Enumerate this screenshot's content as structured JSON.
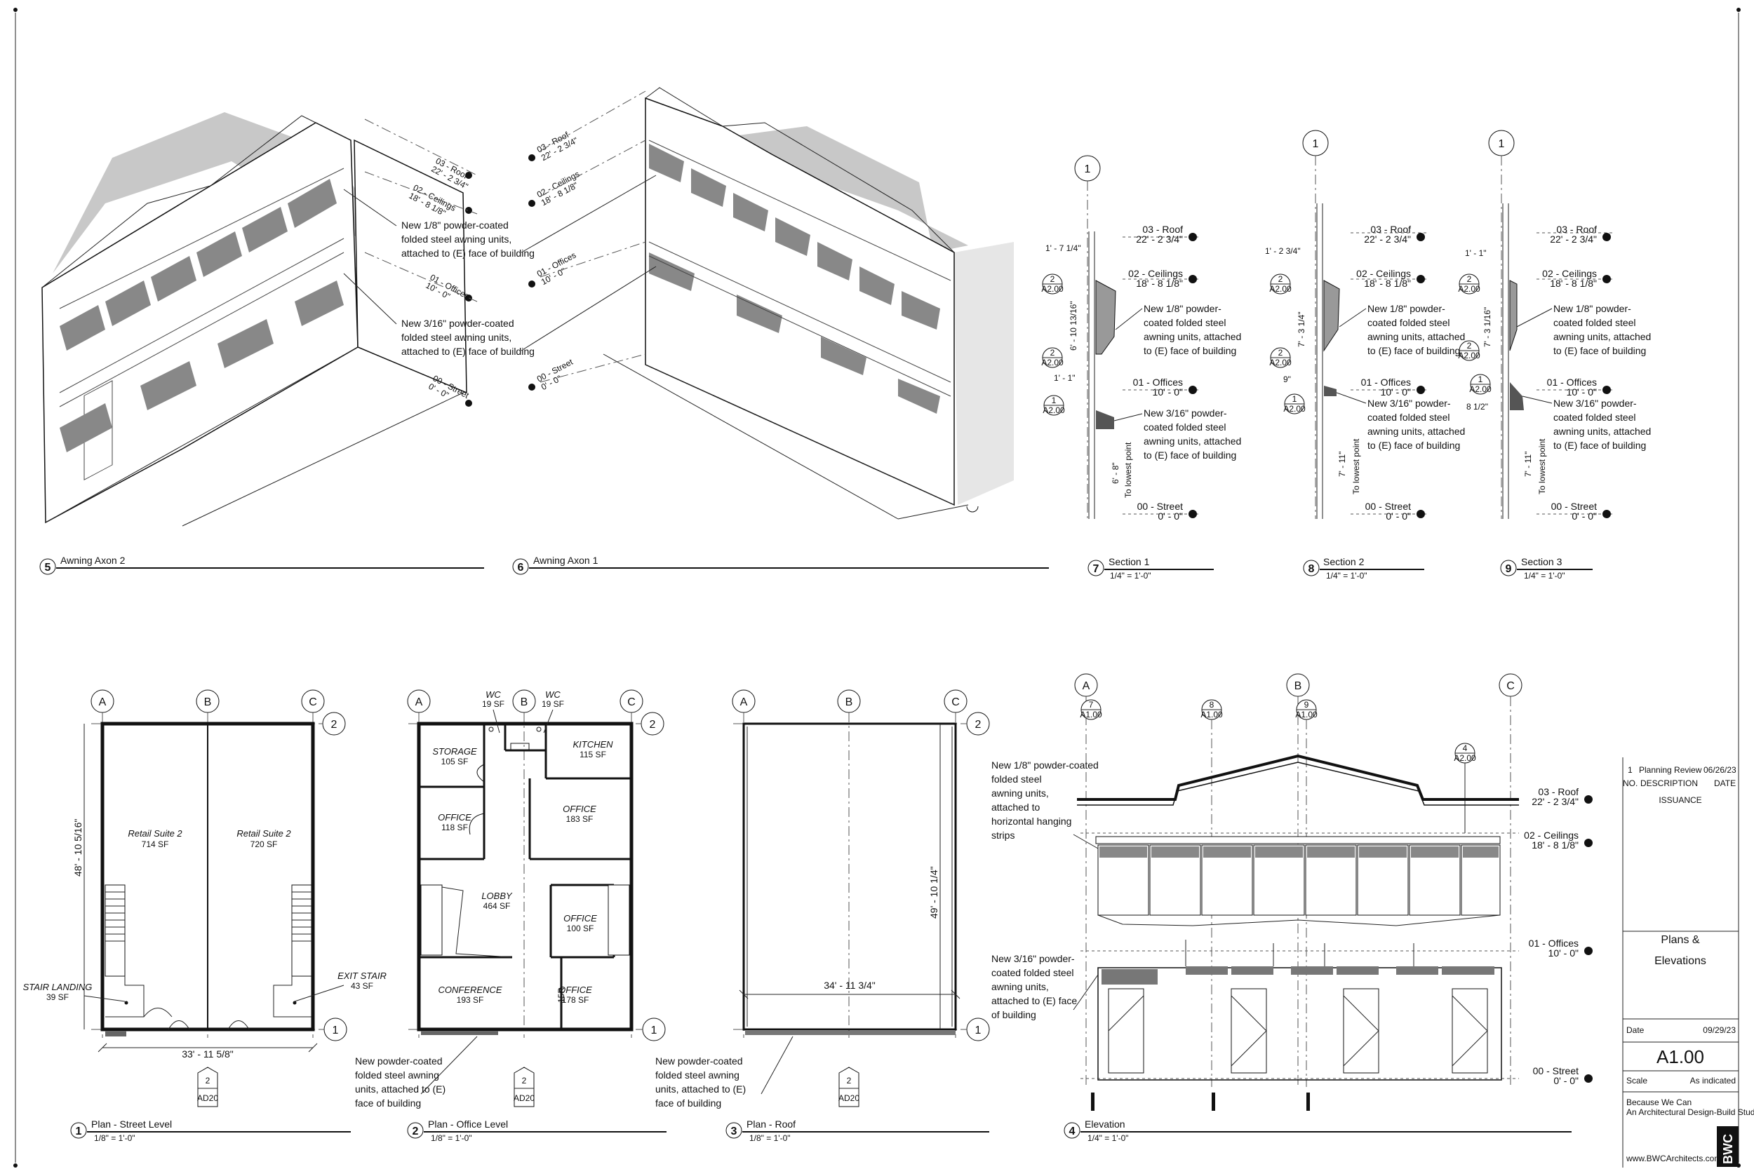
{
  "views": {
    "v5": {
      "num": "5",
      "title": "Awning Axon 2"
    },
    "v6": {
      "num": "6",
      "title": "Awning Axon 1"
    },
    "v7": {
      "num": "7",
      "title": "Section 1",
      "scale": "1/4\" = 1'-0\""
    },
    "v8": {
      "num": "8",
      "title": "Section 2",
      "scale": "1/4\" = 1'-0\""
    },
    "v9": {
      "num": "9",
      "title": "Section 3",
      "scale": "1/4\" = 1'-0\""
    },
    "v1": {
      "num": "1",
      "title": "Plan - Street Level",
      "scale": "1/8\" = 1'-0\""
    },
    "v2": {
      "num": "2",
      "title": "Plan - Office Level",
      "scale": "1/8\" = 1'-0\""
    },
    "v3": {
      "num": "3",
      "title": "Plan - Roof",
      "scale": "1/8\" = 1'-0\""
    },
    "v4": {
      "num": "4",
      "title": "Elevation",
      "scale": "1/4\" = 1'-0\""
    }
  },
  "levels": {
    "roof": {
      "name": "03 - Roof",
      "elev": "22' - 2 3/4\""
    },
    "ceilings": {
      "name": "02 - Ceilings",
      "elev": "18' - 8 1/8\""
    },
    "offices": {
      "name": "01 - Offices",
      "elev": "10' - 0\""
    },
    "street": {
      "name": "00 - Street",
      "elev": "0' - 0\""
    }
  },
  "notes": {
    "awning_18_axon": [
      "New 1/8\" powder-coated",
      "folded steel awning units,",
      "attached to (E) face of building"
    ],
    "awning_316_axon": [
      "New 3/16\" powder-coated",
      "folded steel awning units,",
      "attached to (E) face of building"
    ],
    "awning_18_sec": [
      "New 1/8\" powder-",
      "coated folded steel",
      "awning units, attached",
      "to (E) face of building"
    ],
    "awning_316_sec": [
      "New 3/16\" powder-",
      "coated folded steel",
      "awning units, attached",
      "to (E) face of building"
    ],
    "awning_plan": [
      "New powder-coated",
      "folded steel awning",
      "units, attached to (E)",
      "face of building"
    ],
    "awning_18_elev": [
      "New 1/8\" powder-coated",
      "folded steel",
      "awning units,",
      "attached to",
      "horizontal hanging",
      "strips"
    ],
    "awning_316_elev": [
      "New 3/16\" powder-",
      "coated folded steel",
      "awning units,",
      "attached to (E) face",
      "of building"
    ]
  },
  "sections": {
    "grid": "1",
    "s7": {
      "top": "1' - 7 1/4\"",
      "awn": "6' - 10 13/16\"",
      "mid": "1' - 1\"",
      "low": "6' - 8\""
    },
    "s8": {
      "top": "1' - 2 3/4\"",
      "awn": "7' - 3 1/4\"",
      "mid": "9\"",
      "low": "7' - 11\""
    },
    "s9": {
      "top": "1' - 1\"",
      "awn": "7' - 3 1/16\"",
      "mid": "8 1/2\"",
      "low": "7' - 11\""
    },
    "to_lowest": "To lowest point",
    "tag_num": "2",
    "tag_num1": "1",
    "tag_ref": "A2.00"
  },
  "plans": {
    "grid": {
      "a": "A",
      "b": "B",
      "c": "C",
      "one": "1",
      "two": "2"
    },
    "street": {
      "rooms": [
        {
          "name": "Retail Suite 2",
          "area": "714 SF"
        },
        {
          "name": "Retail Suite 2",
          "area": "720 SF"
        },
        {
          "name": "STAIR LANDING",
          "area": "39 SF"
        },
        {
          "name": "EXIT STAIR",
          "area": "43 SF"
        }
      ],
      "dim_h": "33' - 11 5/8\"",
      "dim_v": "48' - 10 5/16\""
    },
    "office": {
      "rooms": [
        {
          "name": "WC",
          "area": "19 SF"
        },
        {
          "name": "WC",
          "area": "19 SF"
        },
        {
          "name": "STORAGE",
          "area": "105 SF"
        },
        {
          "name": "KITCHEN",
          "area": "115 SF"
        },
        {
          "name": "OFFICE",
          "area": "118 SF"
        },
        {
          "name": "OFFICE",
          "area": "183 SF"
        },
        {
          "name": "LOBBY",
          "area": "464 SF"
        },
        {
          "name": "OFFICE",
          "area": "100 SF"
        },
        {
          "name": "CONFERENCE",
          "area": "193 SF"
        },
        {
          "name": "OFFICE",
          "area": "178 SF"
        }
      ],
      "mark": "15R"
    },
    "roof": {
      "dim_h": "34' - 11 3/4\"",
      "dim_v": "49' - 10 1/4\""
    },
    "bubble": {
      "num": "2",
      "ref": "AD20"
    }
  },
  "elevation": {
    "grids": [
      "A",
      "B",
      "C"
    ],
    "tags": [
      {
        "num": "7",
        "ref": "A1.00"
      },
      {
        "num": "8",
        "ref": "A1.00"
      },
      {
        "num": "9",
        "ref": "A1.00"
      },
      {
        "num": "4",
        "ref": "A2.00"
      }
    ]
  },
  "titleblock": {
    "issuance": {
      "no": "1",
      "desc": "Planning Review",
      "date": "06/26/23"
    },
    "headers": {
      "no": "NO.",
      "desc": "DESCRIPTION",
      "date": "DATE"
    },
    "issuance_label": "ISSUANCE",
    "sheet_title": [
      "Plans &",
      "Elevations"
    ],
    "date_label": "Date",
    "date_value": "09/29/23",
    "sheet_number": "A1.00",
    "scale_label": "Scale",
    "scale_value": "As indicated",
    "firm": [
      "Because We Can",
      "An Architectural Design-Build Studio"
    ],
    "web": "www.BWCArchitects.com",
    "logo": "BWC"
  }
}
